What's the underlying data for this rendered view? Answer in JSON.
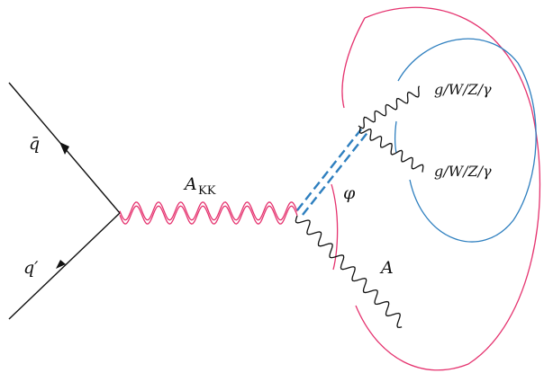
{
  "labels": {
    "qbar": "q̄",
    "qprime": "q′",
    "a_kk_main": "A",
    "a_kk_sub": "KK",
    "phi": "φ",
    "a": "A",
    "boson_top": "g/W/Z/γ",
    "boson_bottom": "g/W/Z/γ"
  },
  "colors": {
    "fermion_line": "#111111",
    "kk_photon": "#e5336f",
    "scalar": "#2e7fbf",
    "outer_ellipse": "#e5336f",
    "inner_ellipse": "#2e7fbf",
    "boson": "#111111"
  }
}
